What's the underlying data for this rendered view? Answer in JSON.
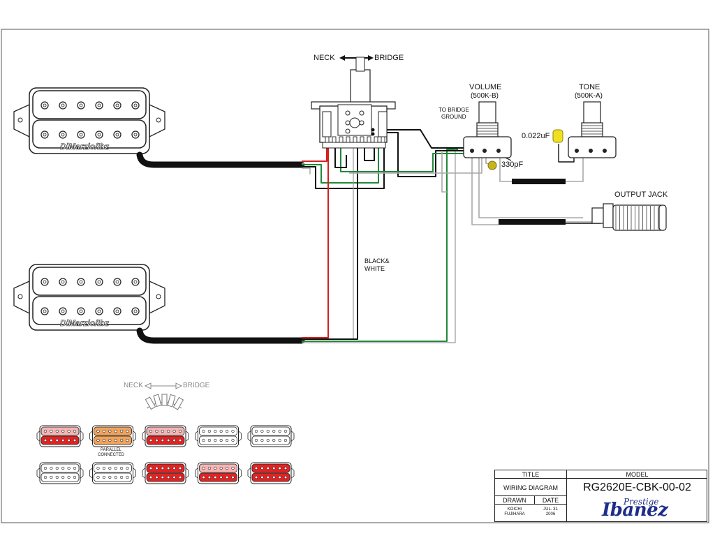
{
  "labels": {
    "neck": "NECK",
    "bridge": "BRIDGE",
    "volume": "VOLUME",
    "volume_value": "(500K-B)",
    "tone": "TONE",
    "tone_value": "(500K-A)",
    "to_bridge_ground_1": "TO BRIDGE",
    "to_bridge_ground_2": "GROUND",
    "cap_tone": "0.022uF",
    "cap_volume": "330pF",
    "output_jack": "OUTPUT JACK",
    "black_white_1": "BLACK&",
    "black_white_2": "WHITE",
    "pickup_brand": "DiMarzio/Ibz"
  },
  "legend": {
    "neck": "NECK",
    "bridge": "BRIDGE",
    "parallel_1": "PARALLEL",
    "parallel_2": "CONNECTED",
    "positions": [
      {
        "neck": "coil-tap",
        "bridge": "off"
      },
      {
        "neck": "parallel",
        "bridge": "off"
      },
      {
        "neck": "coil-tap",
        "bridge": "on"
      },
      {
        "neck": "off",
        "bridge": "coil-tap"
      },
      {
        "neck": "off",
        "bridge": "on"
      }
    ]
  },
  "title_block": {
    "title_header": "TITLE",
    "title_value": "WIRING DIAGRAM",
    "model_header": "MODEL",
    "model_value": "RG2620E-CBK-00-02",
    "drawn_header": "DRAWN",
    "drawn_1": "KOICHI",
    "drawn_2": "FUJIHARA",
    "date_header": "DATE",
    "date_1": "JUL. 31",
    "date_2": "2006",
    "brand_sub": "Prestige",
    "brand": "Ibanez"
  },
  "colors": {
    "wire_red": "#d42020",
    "wire_green": "#1f8a3a",
    "wire_black": "#111111",
    "wire_gray": "#9a9a9a",
    "coil_on": "#e32222",
    "coil_tap": "#f07b7b",
    "coil_parallel": "#f2a35a",
    "capacitor_tone": "#f0e020",
    "capacitor_volume": "#c8b41c",
    "brand": "#1d2d8a"
  }
}
